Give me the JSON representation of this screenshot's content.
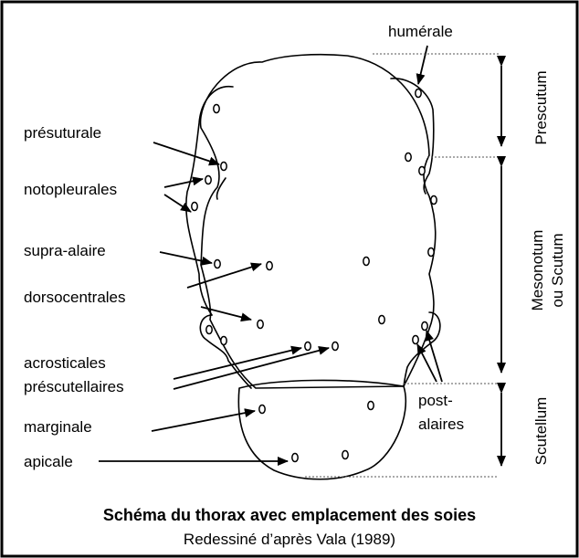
{
  "figure": {
    "labels": {
      "humerale": "humérale",
      "presuturale": "présuturale",
      "notopleurales": "notopleurales",
      "supra_alaire": "supra-alaire",
      "dorsocentrales": "dorsocentrales",
      "acrosticales": "acrosticales",
      "prescutellaires": "préscutellaires",
      "marginale": "marginale",
      "apicale": "apicale",
      "post": "post-",
      "alaires": "alaires"
    },
    "regions": {
      "prescutum": "Prescutum",
      "mesonotum": "Mesonotum",
      "ou_scutum": "ou Scutum",
      "scutellum": "Scutellum"
    },
    "caption": {
      "title": "Schéma du thorax avec emplacement des soies",
      "subtitle": "Redessiné d’après Vala (1989)"
    }
  }
}
